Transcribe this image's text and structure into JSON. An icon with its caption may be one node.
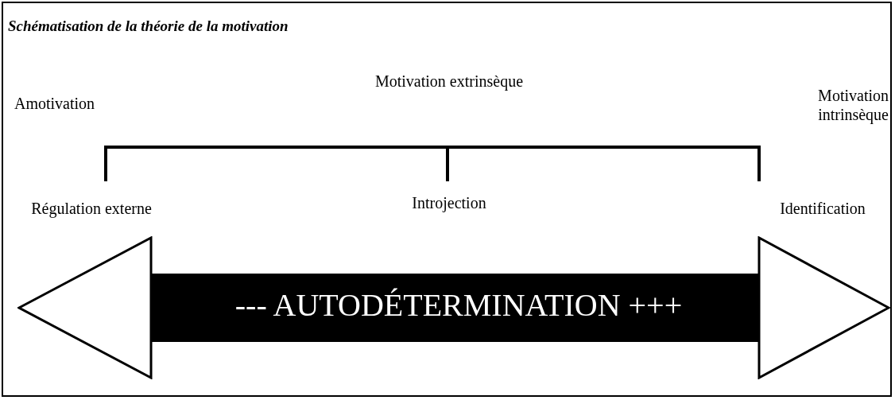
{
  "diagram": {
    "title": "Schématisation de la théorie de la motivation",
    "nodes": [
      {
        "text": [
          "--- AUTODÉTERMINATION +++"
        ]
      }
    ],
    "labels": [
      "Motivation extrinsèque",
      "Amotivation",
      "Motivation intrinsèque",
      "Régulation externe",
      "Introjection",
      "Identification"
    ]
  }
}
